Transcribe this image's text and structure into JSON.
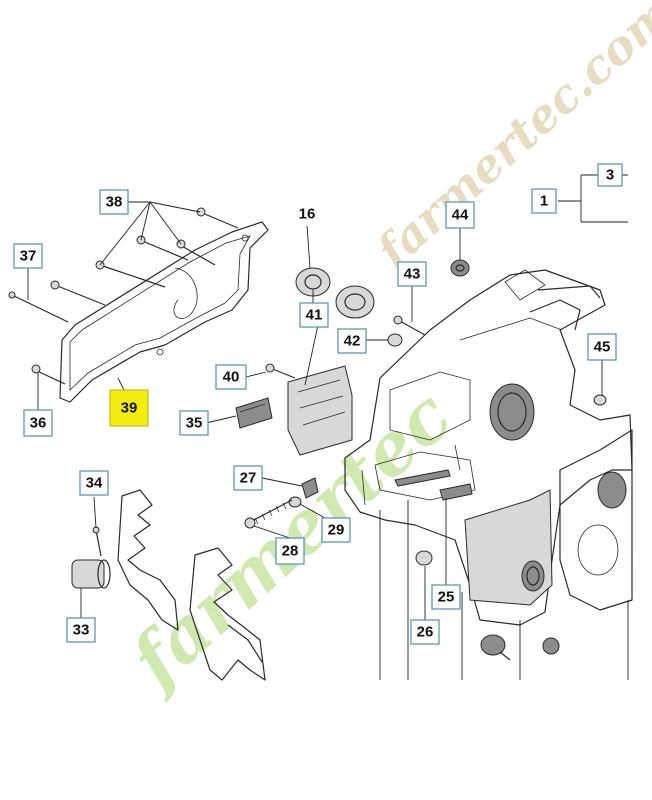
{
  "callouts": {
    "c1": "1",
    "c3": "3",
    "c16": "16",
    "c25": "25",
    "c26": "26",
    "c27": "27",
    "c28": "28",
    "c29": "29",
    "c33": "33",
    "c34": "34",
    "c35": "35",
    "c36": "36",
    "c37": "37",
    "c38": "38",
    "c39": "39",
    "c40": "40",
    "c41": "41",
    "c42": "42",
    "c43": "43",
    "c44": "44",
    "c45": "45"
  },
  "highlighted_callout": "39",
  "watermark": {
    "domain": "farmertec.com",
    "logo_color": "#c8e6a0",
    "domain_color": "#e8dcc0"
  },
  "colors": {
    "callout_border": "#4f8fb3",
    "highlight_fill": "#f4ec0f"
  }
}
